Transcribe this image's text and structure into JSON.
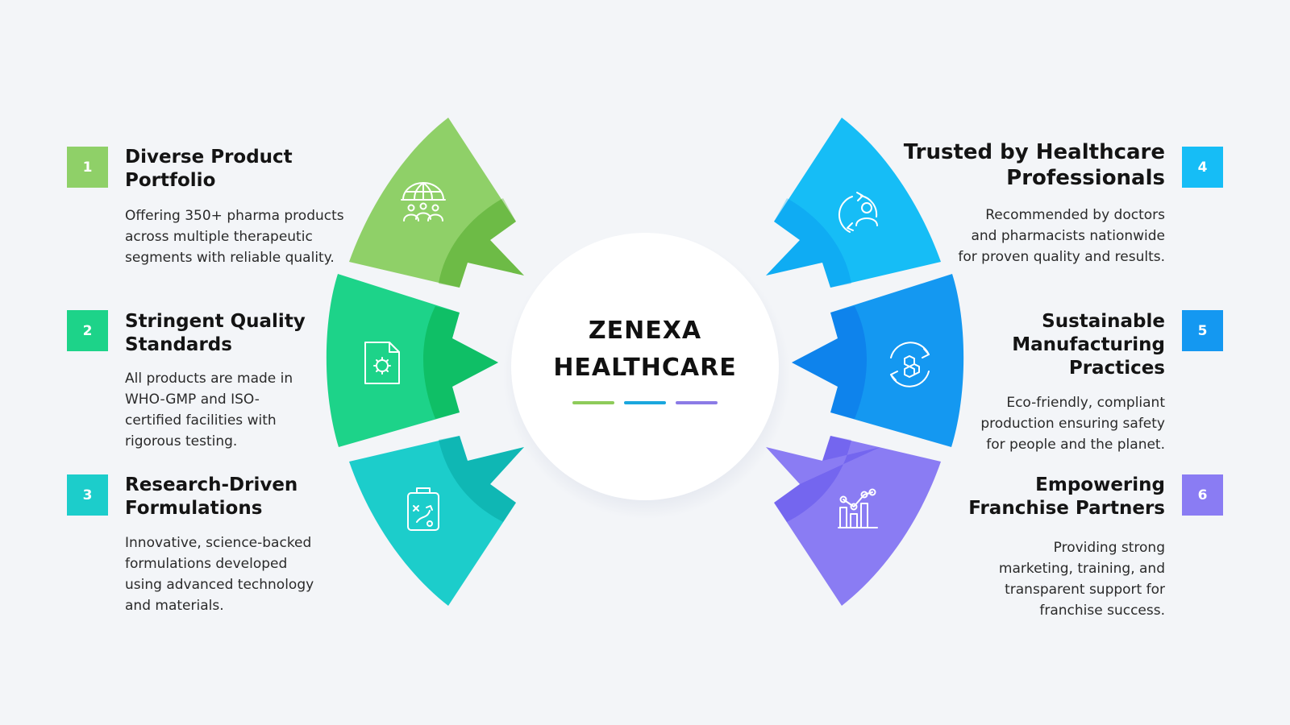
{
  "center": {
    "title_line1": "ZENEXA",
    "title_line2": "HEALTHCARE",
    "dash_colors": [
      "#8ecb5a",
      "#1aa7de",
      "#8b7be6"
    ]
  },
  "items": [
    {
      "number": "1",
      "title": "Diverse Product Portfolio",
      "text": "Offering 350+ pharma products across multiple therapeutic segments with reliable quality.",
      "icon": "globe-people-icon",
      "color": "#8fd068"
    },
    {
      "number": "2",
      "title": "Stringent Quality Standards",
      "text": "All products are made in WHO-GMP and ISO-certified facilities with rigorous testing.",
      "icon": "certified-document-icon",
      "color": "#1dd389"
    },
    {
      "number": "3",
      "title": "Research-Driven Formulations",
      "text": "Innovative, science-backed formulations developed using advanced technology and materials.",
      "icon": "strategy-clipboard-icon",
      "color": "#1ccdcb"
    },
    {
      "number": "4",
      "title": "Trusted by Healthcare Professionals",
      "text": "Recommended by doctors and pharmacists nationwide for proven quality and results.",
      "icon": "person-refresh-icon",
      "color": "#16bdf6"
    },
    {
      "number": "5",
      "title": "Sustainable Manufacturing Practices",
      "text": "Eco-friendly, compliant production ensuring safety for people and the planet.",
      "icon": "molecule-cycle-icon",
      "color": "#1498f1"
    },
    {
      "number": "6",
      "title": "Empowering Franchise Partners",
      "text": "Providing strong marketing, training, and transparent support for franchise success.",
      "icon": "growth-chart-icon",
      "color": "#8a7cf3"
    }
  ]
}
